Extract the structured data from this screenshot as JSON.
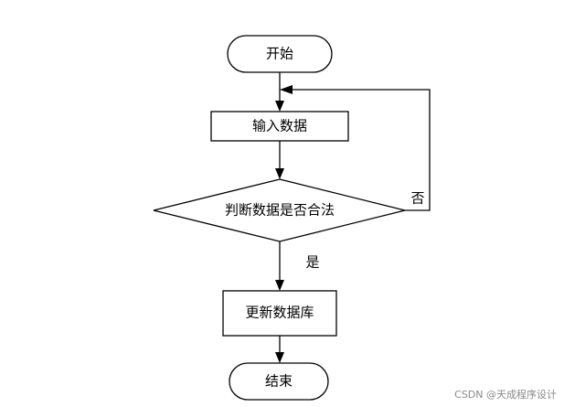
{
  "flowchart": {
    "nodes": {
      "start": {
        "label": "开始",
        "shape": "terminator"
      },
      "input": {
        "label": "输入数据",
        "shape": "process"
      },
      "decision": {
        "label": "判断数据是否合法",
        "shape": "decision"
      },
      "update": {
        "label": "更新数据库",
        "shape": "process"
      },
      "end": {
        "label": "结束",
        "shape": "terminator"
      }
    },
    "edges": [
      {
        "from": "start",
        "to": "input",
        "label": ""
      },
      {
        "from": "input",
        "to": "decision",
        "label": ""
      },
      {
        "from": "decision",
        "to": "update",
        "label": "是"
      },
      {
        "from": "decision",
        "to": "input",
        "label": "否"
      },
      {
        "from": "update",
        "to": "end",
        "label": ""
      }
    ]
  },
  "watermark": "CSDN @天成程序设计"
}
